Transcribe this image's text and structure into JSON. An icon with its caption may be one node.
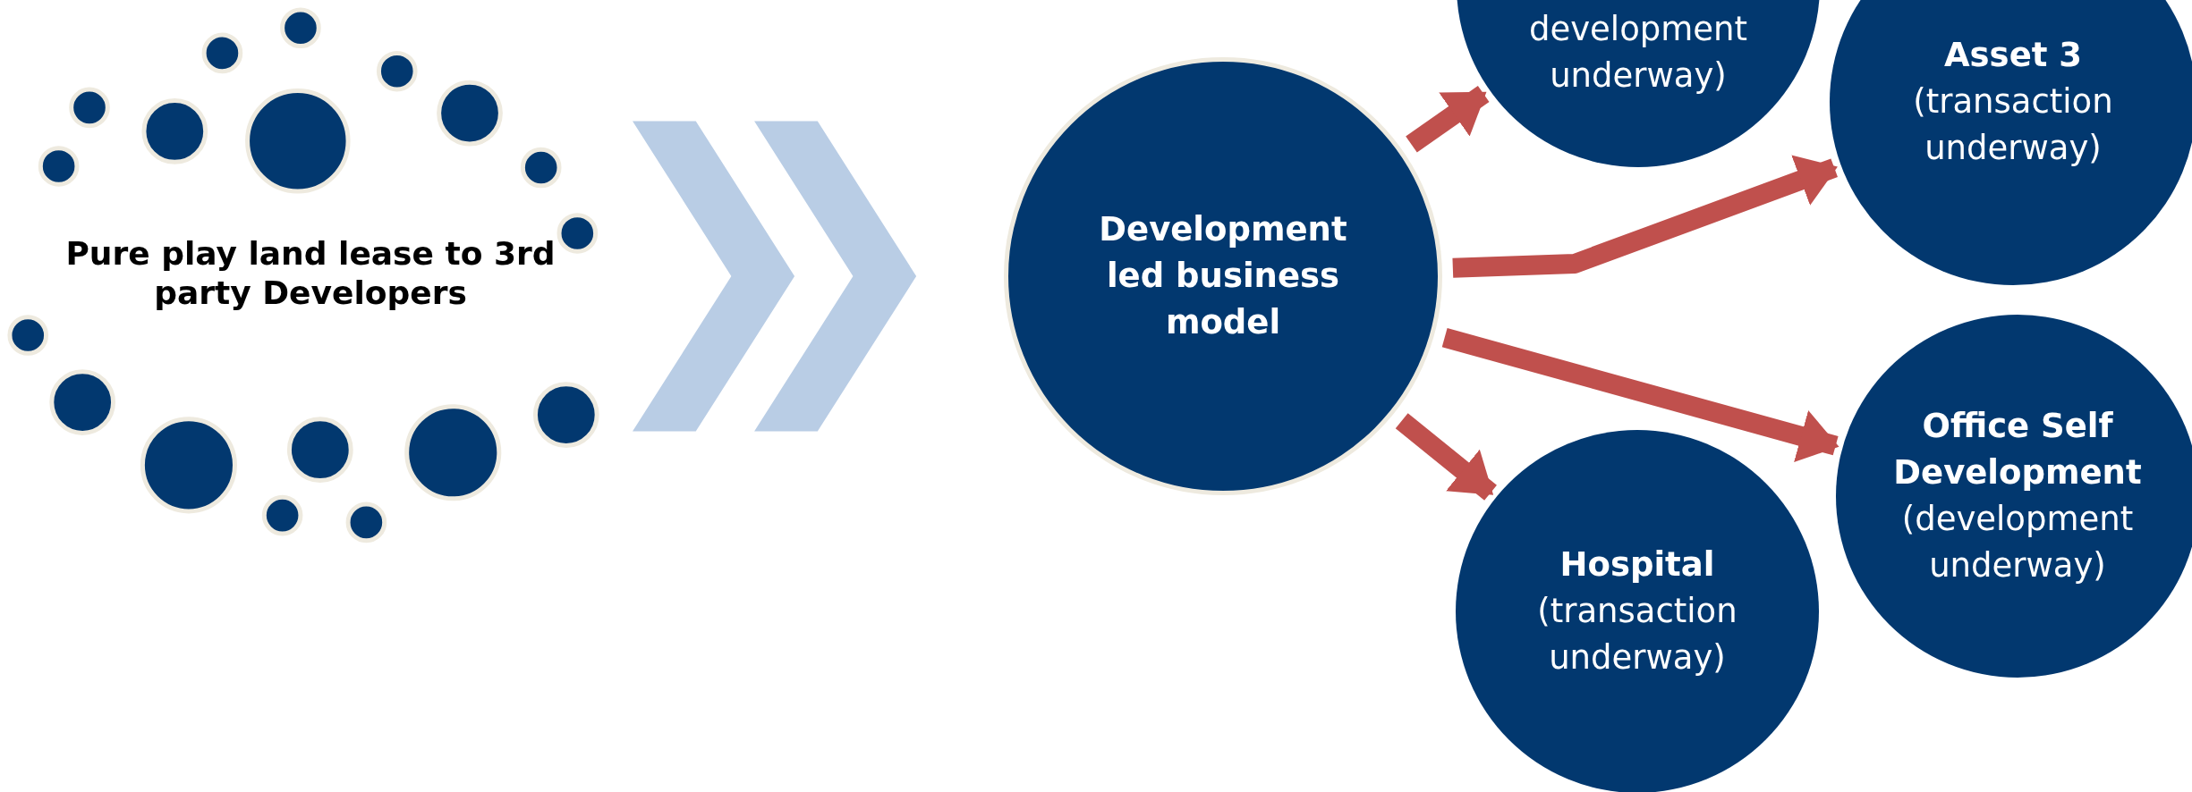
{
  "diagram": {
    "nodes": [
      {
        "text": [
          "Pure play land lease to 3rd party Developers"
        ]
      },
      {
        "text": [
          "Development led business model"
        ]
      },
      {
        "text": [
          "development underway)"
        ]
      },
      {
        "text": [
          "Asset 3",
          "(transaction underway)"
        ]
      },
      {
        "text": [
          "Office Self Development",
          "(development underway)"
        ]
      },
      {
        "text": [
          "Hospital",
          "(transaction underway)"
        ]
      }
    ],
    "edges": [
      {
        "from": 0,
        "to": 1,
        "arrow": "to",
        "color": "#b9cde5"
      },
      {
        "from": 1,
        "to": 2,
        "arrow": "to"
      },
      {
        "from": 1,
        "to": 3,
        "arrow": "to"
      },
      {
        "from": 1,
        "to": 4,
        "arrow": "to"
      },
      {
        "from": 1,
        "to": 5,
        "arrow": "to"
      }
    ]
  }
}
